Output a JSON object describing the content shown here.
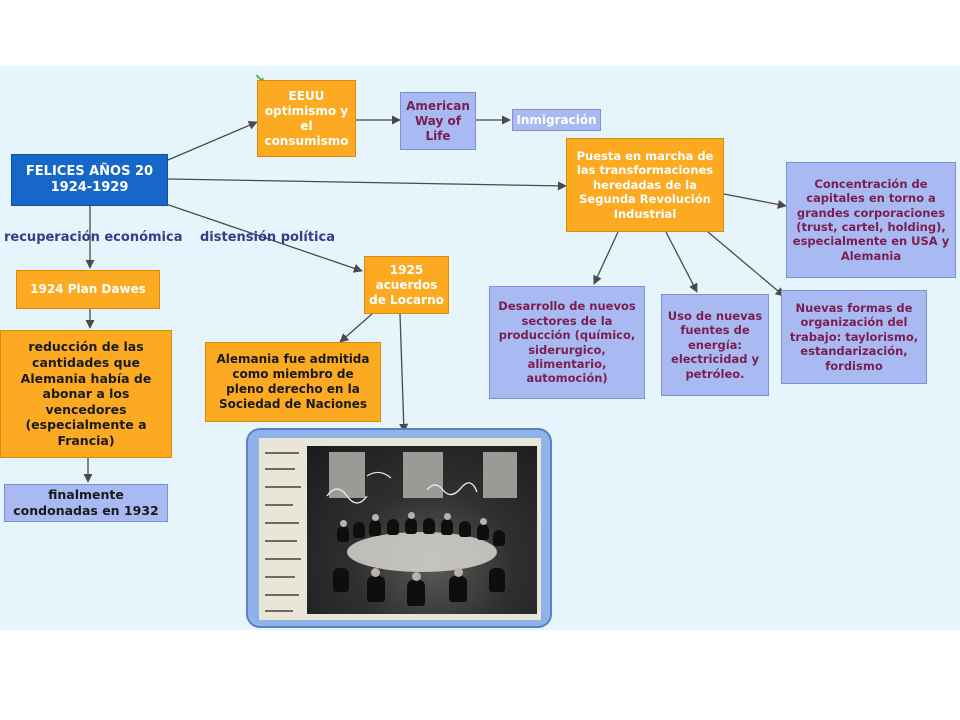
{
  "colors": {
    "background": "#e6f4fb",
    "main_node": "#1767c9",
    "orange_node": "#fbaa22",
    "blue_node": "#a9b9f2",
    "blue_node_text": "#7a2050",
    "link_label": "#3a3a8a",
    "connector": "#4a4a4a"
  },
  "nodes": {
    "felices": [
      "FELICES AÑOS 20",
      "1924-1929"
    ],
    "eeuu": [
      "EEUU",
      "optimismo y",
      "el",
      "consumismo"
    ],
    "american": [
      "American",
      "Way of",
      "Life"
    ],
    "inmigracion": [
      "Inmigración"
    ],
    "segunda": [
      "Puesta en marcha de",
      "las transformaciones",
      "heredadas de la",
      "Segunda Revolución",
      "Industrial"
    ],
    "concentracion": [
      "Concentración de",
      "capitales en torno a",
      "grandes corporaciones",
      "(trust, cartel, holding),",
      "especialmente en USA y",
      "Alemania"
    ],
    "dawes": [
      "1924 Plan Dawes"
    ],
    "reduccion": [
      "reducción de las",
      "cantidades que",
      "Alemania había de",
      "abonar a los vencedores",
      "(especialmente a",
      "Francia)"
    ],
    "condonadas": [
      "finalmente",
      "condonadas en 1932"
    ],
    "locarno": [
      "1925",
      "acuerdos",
      "de Locarno"
    ],
    "alemania": [
      "Alemania fue admitida",
      "como miembro de",
      "pleno derecho en la",
      "Sociedad de Naciones"
    ],
    "desarrollo": [
      "Desarrollo de nuevos",
      "sectores de la",
      "producción (químico,",
      "siderurgico,",
      "alimentario,",
      "automoción)"
    ],
    "energia": [
      "Uso de nuevas",
      "fuentes de",
      "energía:",
      "electricidad y",
      "petróleo."
    ],
    "nuevas_formas": [
      "Nuevas formas de",
      "organización del",
      "trabajo: taylorismo,",
      "estandarización,",
      "fordismo"
    ]
  },
  "link_labels": {
    "recuperacion": "recuperación económica",
    "distension": "distensión política"
  },
  "photo": {
    "icon": "historical-photo-locarno-conference"
  }
}
